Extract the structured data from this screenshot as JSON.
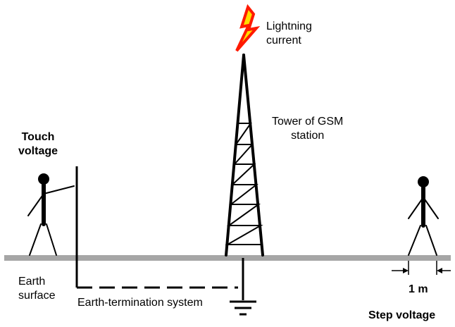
{
  "labels": {
    "lightning_current": [
      "Lightning",
      "current"
    ],
    "tower": [
      "Tower of GSM",
      "station"
    ],
    "touch_voltage": [
      "Touch",
      "voltage"
    ],
    "earth_surface": [
      "Earth",
      "surface"
    ],
    "earth_termination": "Earth-termination system",
    "distance": "1 m",
    "step_voltage": "Step voltage"
  },
  "colors": {
    "ground": "#a6a6a6",
    "line": "#000000",
    "lightning_fill": "#ffdd00",
    "lightning_outline": "#ff1a00"
  },
  "icons": [
    "lightning-bolt-icon",
    "ground-symbol-icon",
    "person-icon"
  ]
}
